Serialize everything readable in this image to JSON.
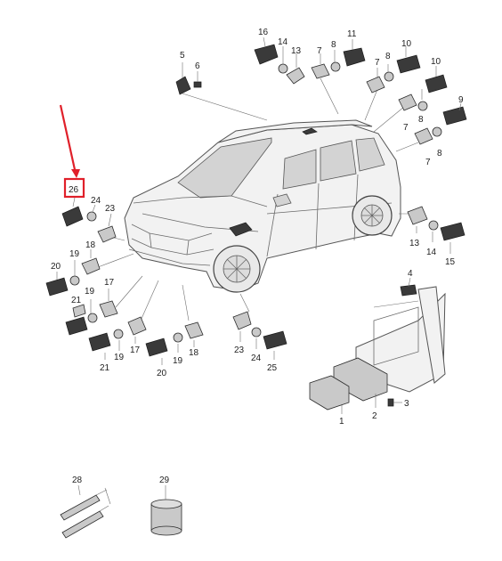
{
  "diagram": {
    "highlight_color": "#e0202a",
    "highlighted_label": "26",
    "callouts": {
      "c16": "16",
      "c14a": "14",
      "c13a": "13",
      "c8a": "8",
      "c11": "11",
      "c5": "5",
      "c6": "6",
      "c7a": "7",
      "c7b": "7",
      "c8b": "8",
      "c10a": "10",
      "c10b": "10",
      "c7c": "7",
      "c8c": "8",
      "c9": "9",
      "c7d": "7",
      "c8d": "8",
      "c26": "26",
      "c24a": "24",
      "c23a": "23",
      "c18a": "18",
      "c20a": "20",
      "c19a": "19",
      "c21a": "21",
      "c19b": "19",
      "c17a": "17",
      "c21b": "21",
      "c19c": "19",
      "c17b": "17",
      "c20b": "20",
      "c19d": "19",
      "c18b": "18",
      "c23b": "23",
      "c24b": "24",
      "c25": "25",
      "c13b": "13",
      "c14b": "14",
      "c15": "15",
      "c4": "4",
      "c3": "3",
      "c2": "2",
      "c1": "1",
      "c28": "28",
      "c29": "29"
    }
  }
}
